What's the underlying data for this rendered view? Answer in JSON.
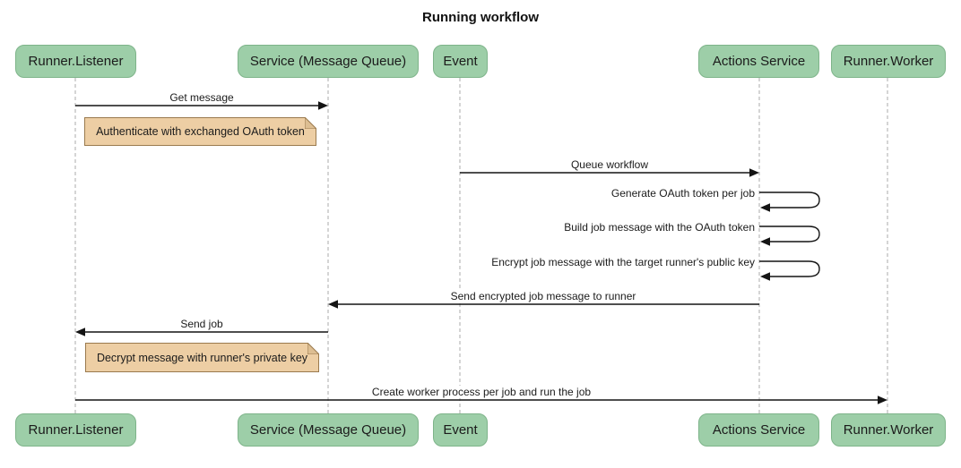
{
  "diagram": {
    "title": "Running workflow",
    "type": "sequence-diagram",
    "participants": [
      {
        "id": "runner-listener",
        "label": "Runner.Listener"
      },
      {
        "id": "service-message-queue",
        "label": "Service (Message Queue)"
      },
      {
        "id": "event",
        "label": "Event"
      },
      {
        "id": "actions-service",
        "label": "Actions Service"
      },
      {
        "id": "runner-worker",
        "label": "Runner.Worker"
      }
    ],
    "messages": [
      {
        "from": "Runner.Listener",
        "to": "Service (Message Queue)",
        "label": "Get message",
        "type": "solid-arrow"
      },
      {
        "from": "Event",
        "to": "Actions Service",
        "label": "Queue workflow",
        "type": "solid-arrow"
      },
      {
        "from": "Actions Service",
        "to": "Actions Service",
        "label": "Generate OAuth token per job",
        "type": "self-loop"
      },
      {
        "from": "Actions Service",
        "to": "Actions Service",
        "label": "Build job message with the OAuth token",
        "type": "self-loop"
      },
      {
        "from": "Actions Service",
        "to": "Actions Service",
        "label": "Encrypt job message with the target runner's public key",
        "type": "self-loop"
      },
      {
        "from": "Actions Service",
        "to": "Service (Message Queue)",
        "label": "Send encrypted job message to runner",
        "type": "solid-arrow"
      },
      {
        "from": "Service (Message Queue)",
        "to": "Runner.Listener",
        "label": "Send job",
        "type": "solid-arrow"
      },
      {
        "from": "Runner.Listener",
        "to": "Runner.Worker",
        "label": "Create worker process per job and run the job",
        "type": "solid-arrow"
      }
    ],
    "notes": [
      {
        "over": "Runner.Listener",
        "label": "Authenticate with exchanged OAuth token"
      },
      {
        "over": "Runner.Listener",
        "label": "Decrypt message with runner's private key"
      }
    ],
    "colors": {
      "participant_fill": "#9DCEA8",
      "participant_border": "#7EB48A",
      "note_fill": "#EDCEA4",
      "note_border": "#9A7A4E",
      "lifeline": "#ABABAB",
      "arrow": "#141414",
      "text": "#1B1B1B"
    }
  }
}
